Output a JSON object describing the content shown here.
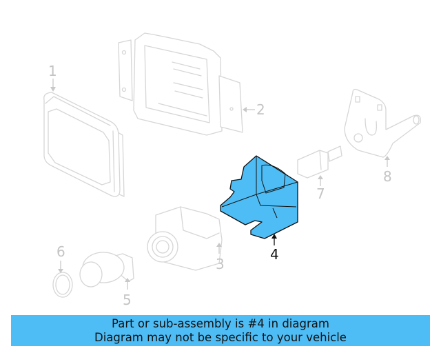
{
  "diagram": {
    "highlighted_part": "4",
    "highlight_color": "#4fbdf5",
    "callouts": [
      {
        "id": "1",
        "label": "1"
      },
      {
        "id": "2",
        "label": "2"
      },
      {
        "id": "3",
        "label": "3"
      },
      {
        "id": "4",
        "label": "4"
      },
      {
        "id": "5",
        "label": "5"
      },
      {
        "id": "6",
        "label": "6"
      },
      {
        "id": "7",
        "label": "7"
      },
      {
        "id": "8",
        "label": "8"
      }
    ]
  },
  "banner": {
    "line1": "Part or sub-assembly is #4 in diagram",
    "line2": "Diagram may not be specific to your vehicle",
    "background": "#4fbdf5"
  }
}
